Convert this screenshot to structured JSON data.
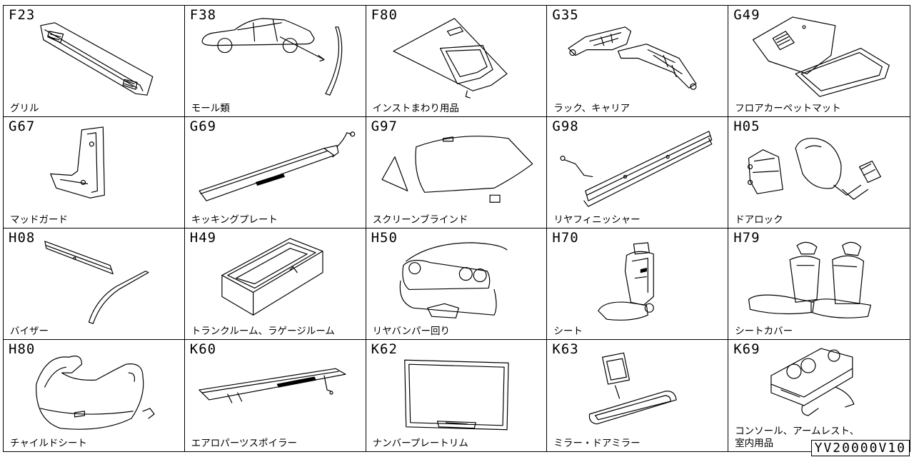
{
  "cells": [
    {
      "code": "F23",
      "label": "グリル",
      "icon": "grille-icon"
    },
    {
      "code": "F38",
      "label": "モール類",
      "icon": "molding-icon"
    },
    {
      "code": "F80",
      "label": "インストまわり用品",
      "icon": "instrument-panel-icon"
    },
    {
      "code": "G35",
      "label": "ラック、キャリア",
      "icon": "roof-rack-icon"
    },
    {
      "code": "G49",
      "label": "フロアカーペットマット",
      "icon": "floor-mat-icon"
    },
    {
      "code": "G67",
      "label": "マッドガード",
      "icon": "mud-guard-icon"
    },
    {
      "code": "G69",
      "label": "キッキングプレート",
      "icon": "kicking-plate-icon"
    },
    {
      "code": "G97",
      "label": "スクリーンブラインド",
      "icon": "screen-blind-icon"
    },
    {
      "code": "G98",
      "label": "リヤフィニッシャー",
      "icon": "rear-finisher-icon"
    },
    {
      "code": "H05",
      "label": "ドアロック",
      "icon": "door-lock-icon"
    },
    {
      "code": "H08",
      "label": "バイザー",
      "icon": "visor-icon"
    },
    {
      "code": "H49",
      "label": "トランクルーム、ラゲージルーム",
      "icon": "trunk-box-icon"
    },
    {
      "code": "H50",
      "label": "リヤバンパー回り",
      "icon": "rear-bumper-icon"
    },
    {
      "code": "H70",
      "label": "シート",
      "icon": "seat-icon"
    },
    {
      "code": "H79",
      "label": "シートカバー",
      "icon": "seat-cover-icon"
    },
    {
      "code": "H80",
      "label": "チャイルドシート",
      "icon": "child-seat-icon"
    },
    {
      "code": "K60",
      "label": "エアロパーツスポイラー",
      "icon": "spoiler-icon"
    },
    {
      "code": "K62",
      "label": "ナンバープレートリム",
      "icon": "plate-rim-icon"
    },
    {
      "code": "K63",
      "label": "ミラー・ドアミラー",
      "icon": "mirror-icon"
    },
    {
      "code": "K69",
      "label": "コンソール、アームレスト、\n室内用品",
      "icon": "console-icon"
    }
  ],
  "footer": {
    "code": "YV20000V10"
  }
}
